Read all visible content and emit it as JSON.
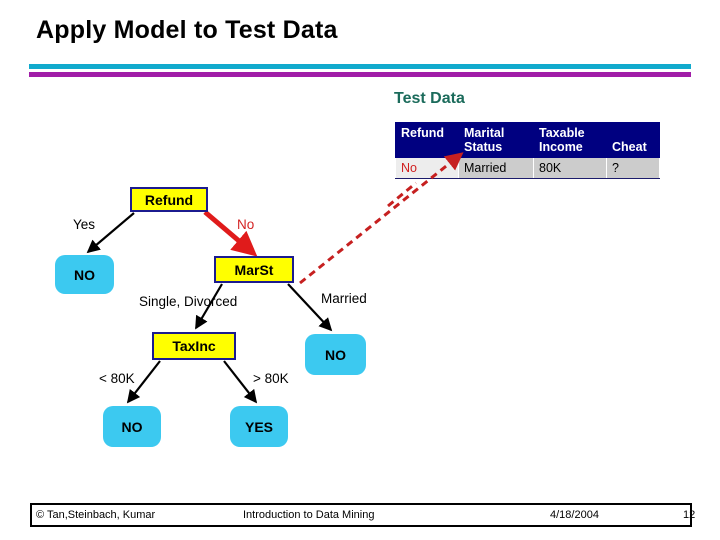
{
  "slide": {
    "title": "Apply Model to Test Data",
    "accent_cyan": "#11AACD",
    "accent_magenta": "#A11DA8"
  },
  "test_data": {
    "caption": "Test Data",
    "caption_color": "#1B6B5B",
    "headers": [
      "Refund",
      "Marital Status",
      "Taxable Income",
      "Cheat"
    ],
    "header_lines": [
      [
        "Refund"
      ],
      [
        "Marital",
        "Status"
      ],
      [
        "Taxable",
        "Income"
      ],
      [
        "Cheat"
      ]
    ],
    "rows": [
      {
        "refund": "No",
        "marital_status": "Married",
        "taxable_income": "80K",
        "cheat": "?"
      }
    ],
    "header_bg": "#000080",
    "row_bg": "#CCCCCC",
    "refund_value_color": "#D02020"
  },
  "tree": {
    "node_fill": "#FFFF00",
    "node_border": "#1B1B8F",
    "leaf_fill": "#3CC9F0",
    "highlight_color": "#D42323",
    "nodes": [
      {
        "id": "refund",
        "label": "Refund",
        "type": "attribute"
      },
      {
        "id": "marst",
        "label": "MarSt",
        "type": "attribute"
      },
      {
        "id": "taxinc",
        "label": "TaxInc",
        "type": "attribute"
      }
    ],
    "leaves": [
      {
        "id": "no-yes",
        "label": "NO"
      },
      {
        "id": "no-marr",
        "label": "NO"
      },
      {
        "id": "no-low",
        "label": "NO"
      },
      {
        "id": "yes-high",
        "label": "YES"
      }
    ],
    "edge_labels": [
      {
        "id": "yes",
        "label": "Yes",
        "highlighted": false
      },
      {
        "id": "no",
        "label": "No",
        "highlighted": true
      },
      {
        "id": "sgl",
        "label": "Single, Divorced",
        "highlighted": false
      },
      {
        "id": "mar",
        "label": "Married",
        "highlighted": false
      },
      {
        "id": "lt",
        "label": "< 80K",
        "highlighted": false
      },
      {
        "id": "gt",
        "label": "> 80K",
        "highlighted": false
      }
    ]
  },
  "footer": {
    "copyright": "© Tan,Steinbach, Kumar",
    "book": "Introduction to Data Mining",
    "date": "4/18/2004",
    "page": "12"
  }
}
